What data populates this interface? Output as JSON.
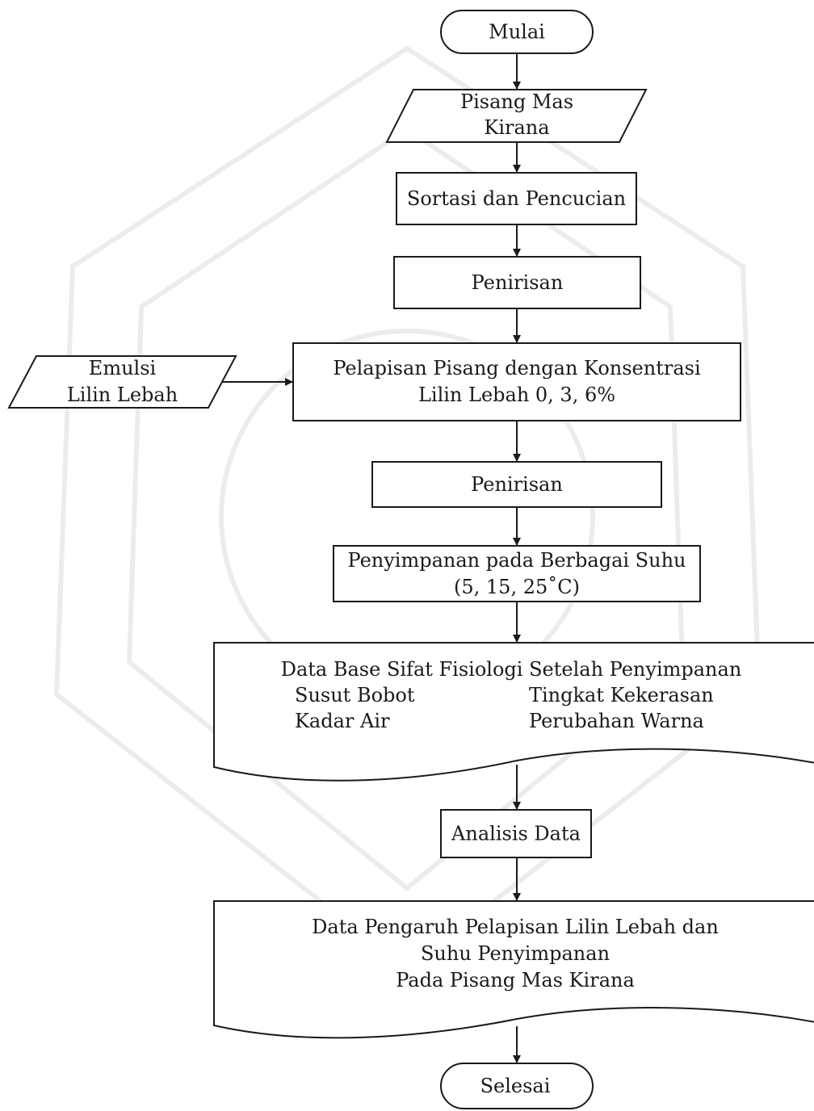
{
  "flowchart": {
    "start": "Mulai",
    "input_banana": [
      "Pisang Mas",
      "Kirana"
    ],
    "sort_wash": "Sortasi dan Pencucian",
    "drain_1": "Penirisan",
    "input_emulsion": [
      "Emulsi",
      "Lilin Lebah"
    ],
    "coating": [
      "Pelapisan Pisang dengan Konsentrasi",
      "Lilin Lebah 0, 3, 6%"
    ],
    "drain_2": "Penirisan",
    "storage": [
      "Penyimpanan pada Berbagai Suhu",
      "(5, 15, 25˚C)"
    ],
    "database": {
      "title": "Data Base Sifat Fisiologi Setelah Penyimpanan",
      "items": [
        "Susut Bobot",
        "Tingkat Kekerasan",
        "Kadar Air",
        "Perubahan Warna"
      ]
    },
    "analysis": "Analisis Data",
    "result": [
      "Data Pengaruh Pelapisan Lilin Lebah dan",
      "Suhu Penyimpanan",
      "Pada Pisang Mas Kirana"
    ],
    "end": "Selesai"
  }
}
